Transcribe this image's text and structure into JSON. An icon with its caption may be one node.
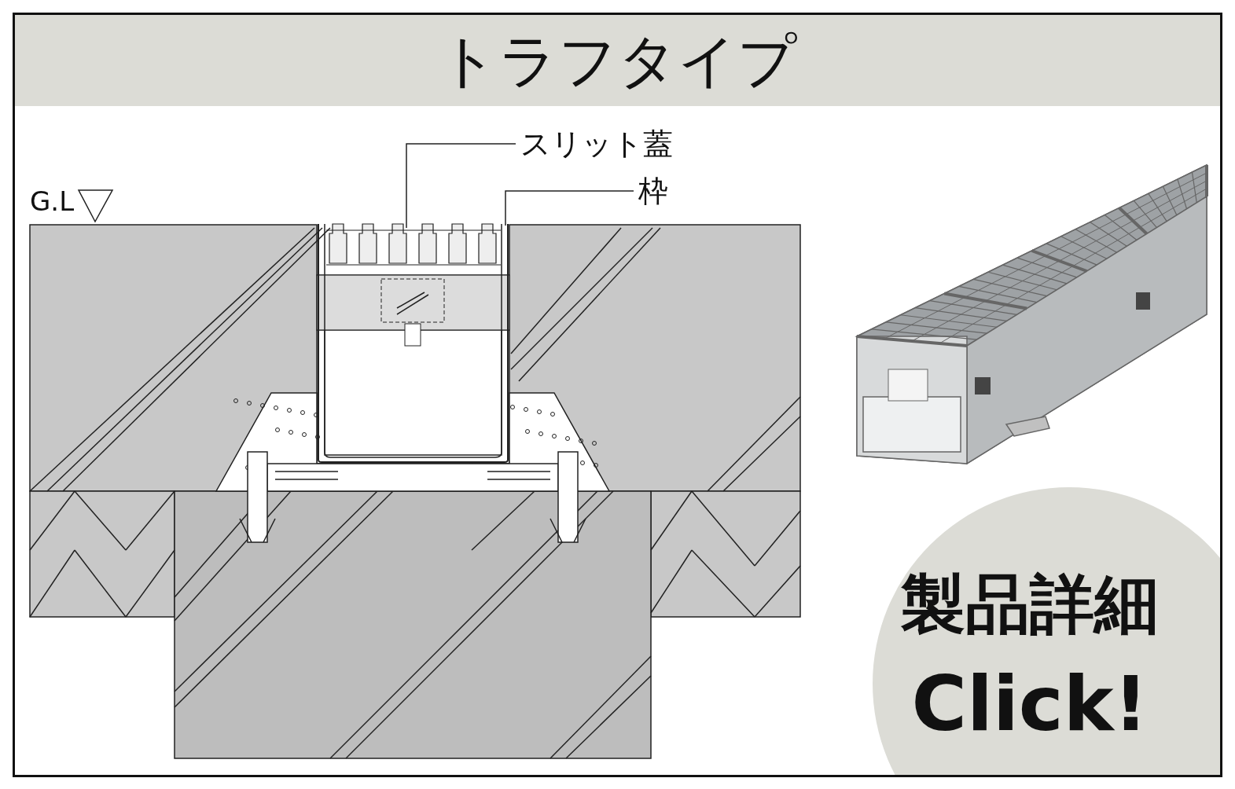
{
  "diagram": {
    "title": "トラフタイプ",
    "nodes": [
      {
        "text": [
          "スリット蓋"
        ]
      },
      {
        "text": [],
        "shape": "picture",
        "in": 3
      },
      {
        "text": [
          "枠"
        ]
      },
      {
        "text": [],
        "shape": "picture"
      },
      {
        "text": [
          "製品詳細",
          "Click!"
        ]
      }
    ],
    "edges": [
      {
        "from": 0,
        "to": 1,
        "arrow": "none"
      },
      {
        "from": 2,
        "to": 3,
        "arrow": "none"
      }
    ],
    "labels": [
      "G.L"
    ]
  }
}
